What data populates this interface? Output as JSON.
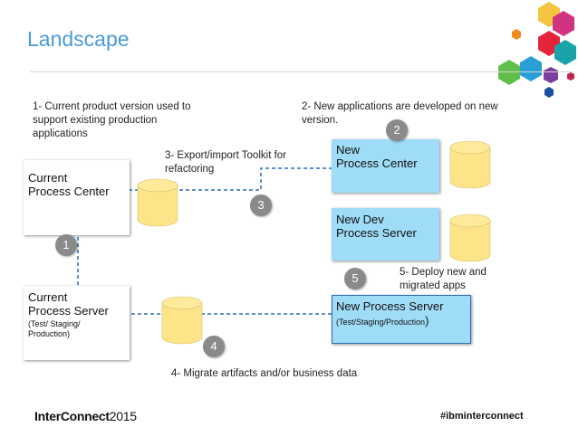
{
  "slide": {
    "title": "Landscape"
  },
  "notes": {
    "note1": [
      "1- Current product version used to",
      "support existing production",
      "applications"
    ],
    "note2": [
      "2- New applications are developed on new",
      "version."
    ],
    "note3": [
      "3- Export/import Toolkit for",
      "refactoring"
    ],
    "note4": "4- Migrate artifacts and/or business data",
    "note5": [
      "5- Deploy new and",
      "migrated apps"
    ]
  },
  "boxes": {
    "current_center": [
      "Current",
      "Process Center"
    ],
    "current_server": [
      "Current",
      "Process Server"
    ],
    "current_server_sub": [
      "(Test/ Staging/",
      "Production)"
    ],
    "new_center": [
      "New",
      "Process Center"
    ],
    "new_dev": [
      "New Dev",
      "Process Server"
    ],
    "new_server": "New Process Server",
    "new_server_sub": "(Test/Staging/Production",
    "new_server_paren": ")"
  },
  "badges": [
    "1",
    "2",
    "3",
    "4",
    "5"
  ],
  "footer": {
    "logo_main": "InterConnect",
    "logo_year": "2015",
    "hashtag": "#ibminterconnect"
  },
  "colors": {
    "accent": "#4a9ad8",
    "box_blue": "#9fdcf7",
    "box_border": "#2a6fb3",
    "cylinder": "#fde489",
    "badge": "#8a8a8a",
    "connector": "#2a6fb3"
  }
}
